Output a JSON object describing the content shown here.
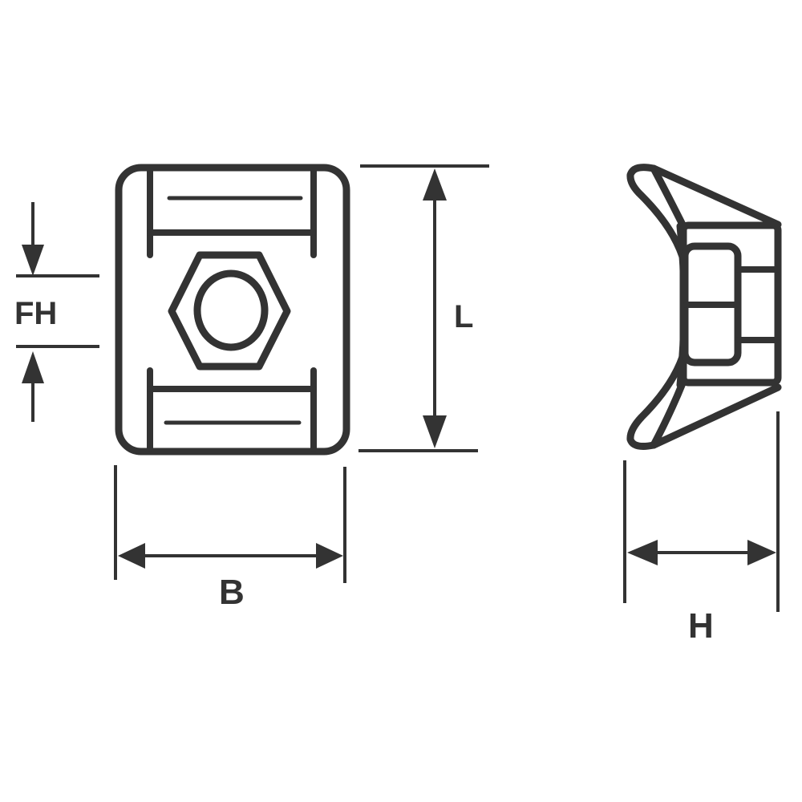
{
  "diagram": {
    "subject": "Screw-mount cable tie base with hex nut recess",
    "colors": {
      "line": "#333333",
      "background": "#ffffff"
    },
    "views": [
      {
        "name": "top-view",
        "features": [
          "rounded square base",
          "two tie slots",
          "hex nut recess",
          "round bore"
        ]
      },
      {
        "name": "side-view",
        "features": [
          "curved saddle wings",
          "hex nut pocket"
        ]
      }
    ],
    "dimensions": {
      "fh": {
        "label": "FH",
        "meaning": "fixing hole"
      },
      "l": {
        "label": "L",
        "meaning": "length"
      },
      "b": {
        "label": "B",
        "meaning": "width"
      },
      "h": {
        "label": "H",
        "meaning": "height"
      }
    }
  }
}
